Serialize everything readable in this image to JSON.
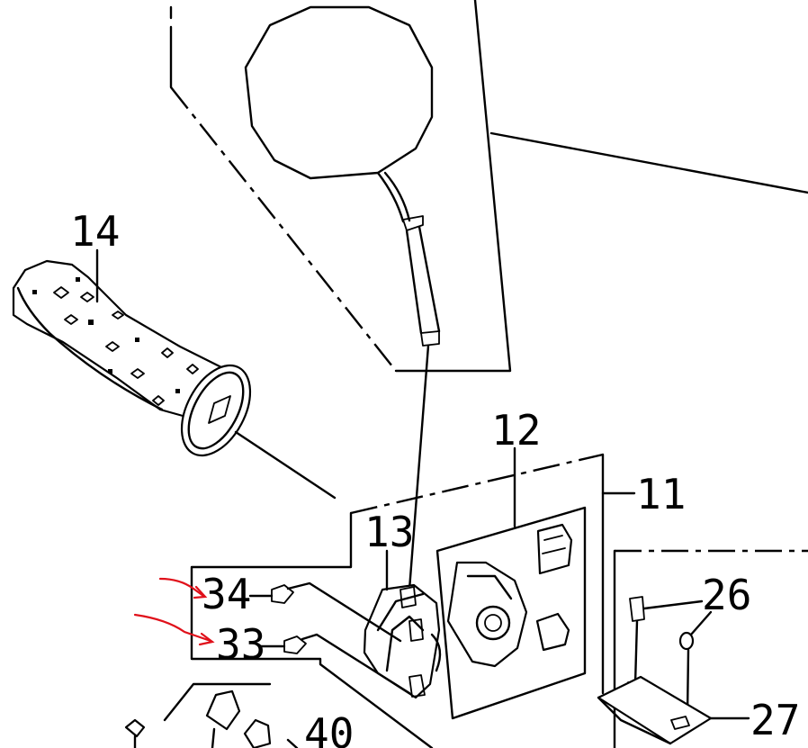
{
  "diagram": {
    "callouts": {
      "c14": "14",
      "c13": "13",
      "c12": "12",
      "c11": "11",
      "c26": "26",
      "c27": "27",
      "c34": "34",
      "c33": "33",
      "c40": "40"
    },
    "colors": {
      "line": "#000000",
      "background": "#ffffff",
      "annotation_mark": "#e0101a"
    }
  }
}
